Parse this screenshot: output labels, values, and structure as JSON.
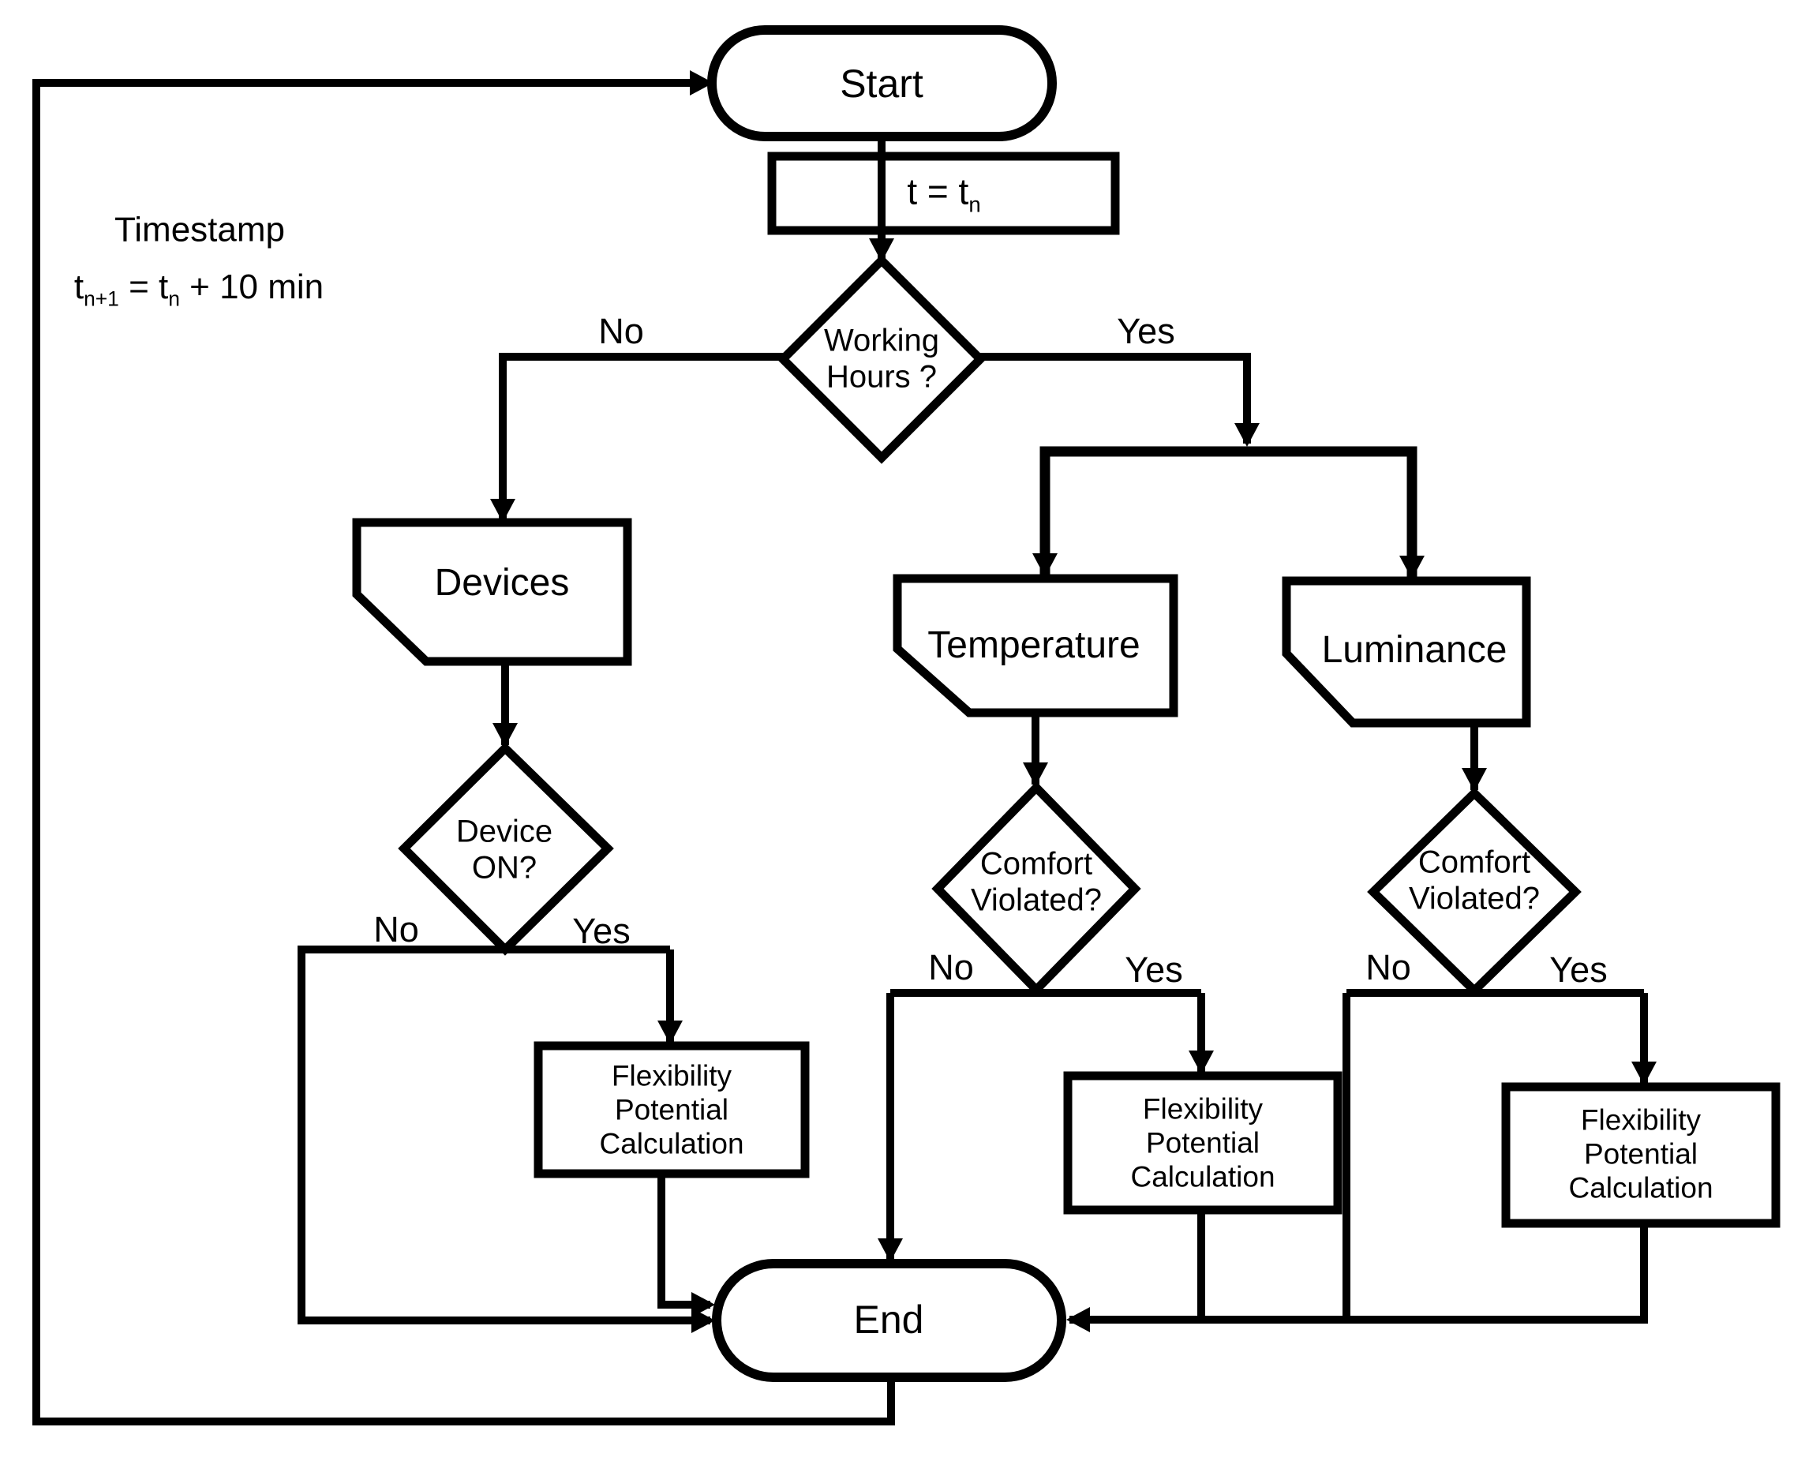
{
  "diagram_type": "flowchart",
  "colors": {
    "stroke": "#000000",
    "fill": "#ffffff",
    "text": "#000000"
  },
  "nodes": {
    "start": {
      "label": "Start",
      "shape": "stadium"
    },
    "assign_time": {
      "pre": "t = t",
      "sub": "n",
      "shape": "rectangle"
    },
    "working_hours": {
      "label": "Working\nHours ?",
      "shape": "diamond"
    },
    "devices": {
      "label": "Devices",
      "shape": "card"
    },
    "device_on": {
      "label": "Device\nON?",
      "shape": "diamond"
    },
    "flex_devices": {
      "label": "Flexibility\nPotential\nCalculation",
      "shape": "rectangle"
    },
    "temperature": {
      "label": "Temperature",
      "shape": "card"
    },
    "comfort_temp": {
      "label": "Comfort\nViolated?",
      "shape": "diamond"
    },
    "flex_temp": {
      "label": "Flexibility\nPotential\nCalculation",
      "shape": "rectangle"
    },
    "luminance": {
      "label": "Luminance",
      "shape": "card"
    },
    "comfort_lum": {
      "label": "Comfort\nViolated?",
      "shape": "diamond"
    },
    "flex_lum": {
      "label": "Flexibility\nPotential\nCalculation",
      "shape": "rectangle"
    },
    "end": {
      "label": "End",
      "shape": "stadium"
    }
  },
  "edges": {
    "working_hours_no": "No",
    "working_hours_yes": "Yes",
    "device_on_no": "No",
    "device_on_yes": "Yes",
    "comfort_temp_no": "No",
    "comfort_temp_yes": "Yes",
    "comfort_lum_no": "No",
    "comfort_lum_yes": "Yes"
  },
  "annotation": {
    "title": "Timestamp",
    "f_pre": "t",
    "f_sub1": "n+1",
    "f_mid": " = t",
    "f_sub2": "n",
    "f_post": " + 10 min"
  }
}
